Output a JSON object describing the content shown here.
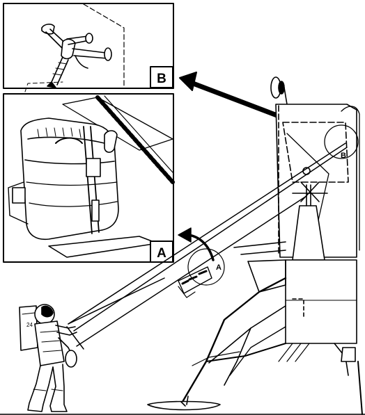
{
  "callouts": {
    "detail_a": "A",
    "detail_b": "B",
    "marker_a": "A",
    "marker_b": "B"
  },
  "suit_number": "24",
  "colors": {
    "ink": "#000000",
    "paper": "#ffffff"
  }
}
